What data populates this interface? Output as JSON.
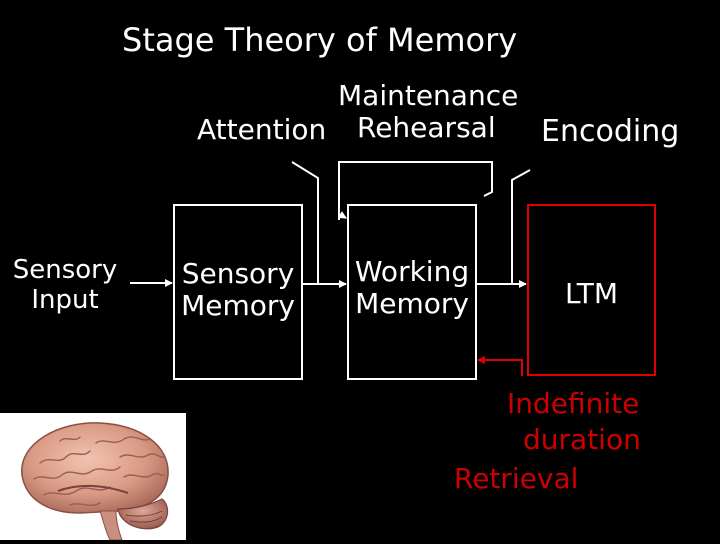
{
  "title": "Stage Theory of Memory",
  "labels": {
    "attention": "Attention",
    "maintenance_line1": "Maintenance",
    "maintenance_line2": "Rehearsal",
    "encoding": "Encoding",
    "indefinite": "Indefinite",
    "duration": "duration",
    "retrieval": "Retrieval"
  },
  "nodes": {
    "sensory_input": {
      "line1": "Sensory",
      "line2": "Input"
    },
    "sensory_memory": {
      "line1": "Sensory",
      "line2": "Memory"
    },
    "working_memory": {
      "line1": "Working",
      "line2": "Memory"
    },
    "ltm": {
      "label": "LTM"
    }
  },
  "colors": {
    "background": "#000000",
    "text": "#ffffff",
    "ltm_accent": "#e00000",
    "retrieval_text": "#cc0000"
  },
  "image": {
    "description_icon": "brain-icon"
  }
}
